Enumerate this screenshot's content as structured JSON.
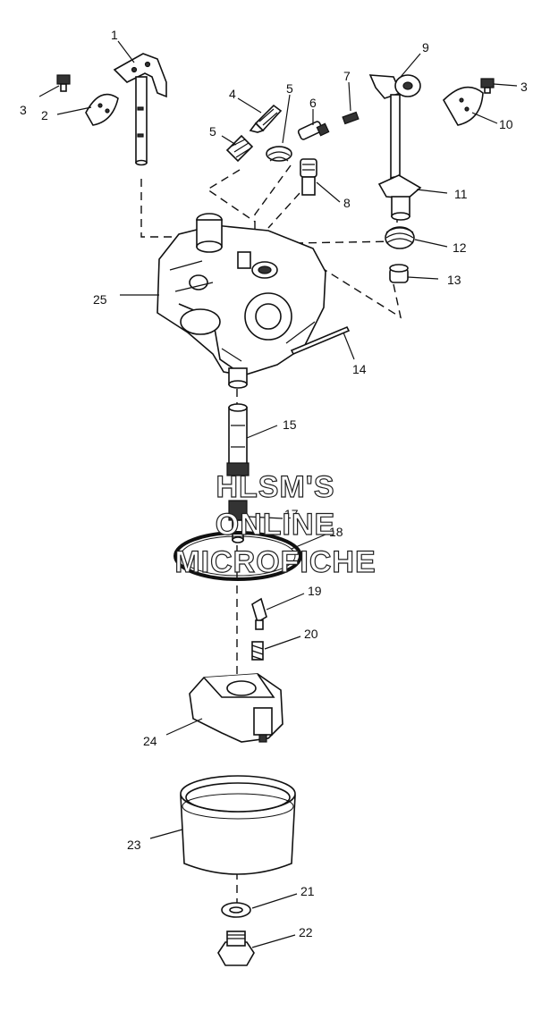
{
  "watermark": {
    "line1": "HLSM'S",
    "line2": "ONLINE",
    "line3": "MICROFICHE"
  },
  "callouts": [
    {
      "id": "1",
      "text": "1"
    },
    {
      "id": "2",
      "text": "2"
    },
    {
      "id": "3a",
      "text": "3"
    },
    {
      "id": "3b",
      "text": "3"
    },
    {
      "id": "4",
      "text": "4"
    },
    {
      "id": "5a",
      "text": "5"
    },
    {
      "id": "5b",
      "text": "5"
    },
    {
      "id": "6",
      "text": "6"
    },
    {
      "id": "7",
      "text": "7"
    },
    {
      "id": "8",
      "text": "8"
    },
    {
      "id": "9",
      "text": "9"
    },
    {
      "id": "10",
      "text": "10"
    },
    {
      "id": "11",
      "text": "11"
    },
    {
      "id": "12",
      "text": "12"
    },
    {
      "id": "13",
      "text": "13"
    },
    {
      "id": "14",
      "text": "14"
    },
    {
      "id": "15",
      "text": "15"
    },
    {
      "id": "17",
      "text": "17"
    },
    {
      "id": "18",
      "text": "18"
    },
    {
      "id": "19",
      "text": "19"
    },
    {
      "id": "20",
      "text": "20"
    },
    {
      "id": "21",
      "text": "21"
    },
    {
      "id": "22",
      "text": "22"
    },
    {
      "id": "23",
      "text": "23"
    },
    {
      "id": "24",
      "text": "24"
    },
    {
      "id": "25",
      "text": "25"
    }
  ]
}
